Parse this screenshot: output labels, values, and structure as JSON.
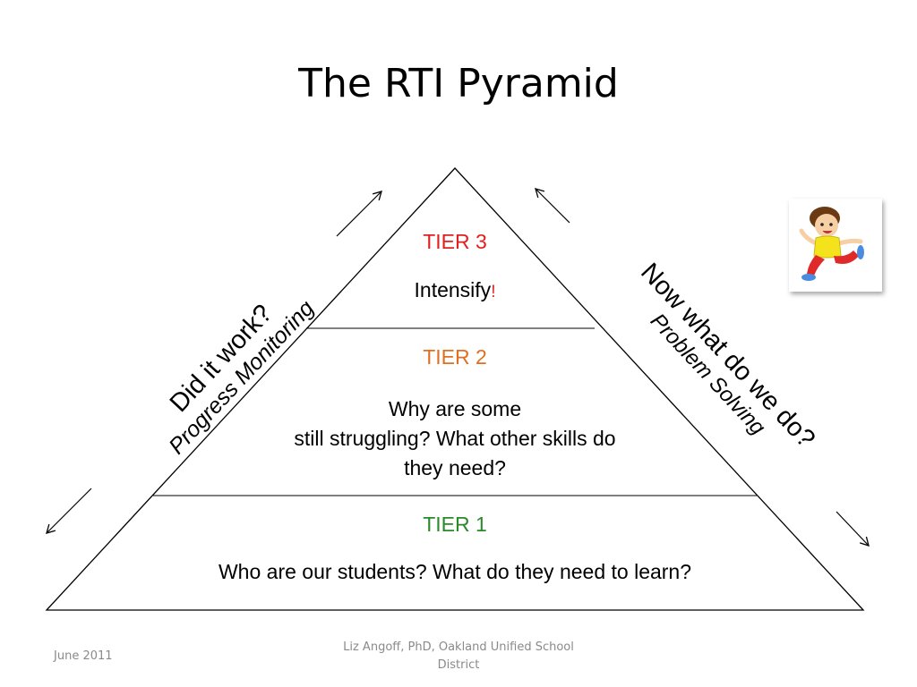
{
  "slide": {
    "title": "The RTI Pyramid"
  },
  "pyramid": {
    "tiers": [
      {
        "label": "TIER 3",
        "label_color": "#e02020",
        "text": "Intensify",
        "text_suffix": "!"
      },
      {
        "label": "TIER 2",
        "label_color": "#e07020",
        "text_lines": [
          "Why are some",
          "still struggling? What other skills do",
          "they need?"
        ]
      },
      {
        "label": "TIER 1",
        "label_color": "#2a8a2a",
        "text": "Who are our students? What do they need to learn?"
      }
    ]
  },
  "left_side": {
    "main": "Did it work?",
    "sub": "Progress Monitoring"
  },
  "right_side": {
    "main": "Now what do we do?",
    "sub": "Problem Solving"
  },
  "illustration": {
    "icon": "running-kid-icon"
  },
  "footer": {
    "date": "June 2011",
    "author_line1": "Liz Angoff, PhD, Oakland Unified School",
    "author_line2": "District"
  }
}
